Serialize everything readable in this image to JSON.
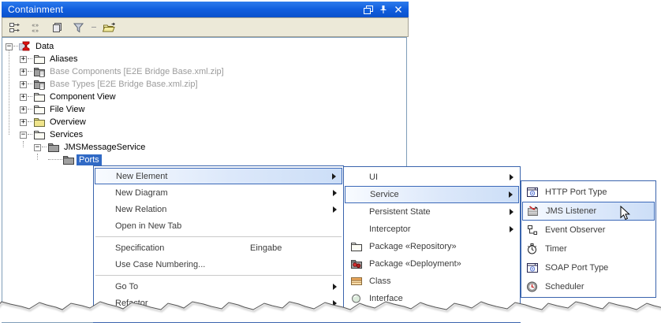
{
  "panel": {
    "title": "Containment",
    "window_buttons": [
      {
        "name": "float",
        "icon": "float"
      },
      {
        "name": "pin",
        "icon": "pin"
      },
      {
        "name": "close",
        "icon": "close"
      }
    ],
    "toolbar": [
      {
        "icon": "tree-links"
      },
      {
        "icon": "stereotypes"
      },
      {
        "icon": "copy"
      },
      {
        "icon": "filter"
      },
      {
        "separator": true
      },
      {
        "icon": "open-folder"
      }
    ]
  },
  "tree": {
    "items": [
      {
        "label": "Data",
        "level": 0,
        "expander": "minus",
        "icon": "model"
      },
      {
        "label": "Aliases",
        "level": 1,
        "expander": "plus",
        "icon": "package-light"
      },
      {
        "label": "Base Components [E2E Bridge Base.xml.zip]",
        "level": 1,
        "expander": "plus",
        "icon": "package-zip",
        "muted": true
      },
      {
        "label": "Base Types [E2E Bridge Base.xml.zip]",
        "level": 1,
        "expander": "plus",
        "icon": "package-zip",
        "muted": true
      },
      {
        "label": "Component View",
        "level": 1,
        "expander": "plus",
        "icon": "package-light"
      },
      {
        "label": "File View",
        "level": 1,
        "expander": "plus",
        "icon": "package-light"
      },
      {
        "label": "Overview",
        "level": 1,
        "expander": "plus",
        "icon": "package-yellow"
      },
      {
        "label": "Services",
        "level": 1,
        "expander": "minus",
        "icon": "package-light"
      },
      {
        "label": "JMSMessageService",
        "level": 2,
        "expander": "minus",
        "icon": "package-gray"
      },
      {
        "label": "Ports",
        "level": 3,
        "expander": "none",
        "icon": "package-gray",
        "selected": true
      }
    ]
  },
  "context_menu": {
    "items": [
      {
        "label": "New Element",
        "submenu": true,
        "highlighted": true
      },
      {
        "label": "New Diagram",
        "submenu": true
      },
      {
        "label": "New Relation",
        "submenu": true
      },
      {
        "label": "Open in New Tab"
      },
      {
        "separator": true
      },
      {
        "label": "Specification",
        "shortcut": "Eingabe"
      },
      {
        "label": "Use Case Numbering..."
      },
      {
        "separator": true
      },
      {
        "label": "Go To",
        "submenu": true
      },
      {
        "label": "Refactor",
        "submenu": true
      }
    ]
  },
  "element_submenu": {
    "items": [
      {
        "label": "UI",
        "submenu": true
      },
      {
        "label": "Service",
        "submenu": true,
        "highlighted": true
      },
      {
        "label": "Persistent State",
        "submenu": true
      },
      {
        "label": "Interceptor",
        "submenu": true
      },
      {
        "label": "Package «Repository»",
        "icon": "package-light"
      },
      {
        "label": "Package «Deployment»",
        "icon": "package-deployment"
      },
      {
        "label": "Class",
        "icon": "class"
      },
      {
        "label": "Interface",
        "icon": "interface"
      }
    ]
  },
  "service_submenu": {
    "items": [
      {
        "label": "HTTP Port Type",
        "icon": "port-type"
      },
      {
        "label": "JMS Listener",
        "icon": "jms-listener",
        "highlighted": true
      },
      {
        "label": "Event Observer",
        "icon": "event-observer"
      },
      {
        "label": "Timer",
        "icon": "timer"
      },
      {
        "label": "SOAP Port Type",
        "icon": "port-type"
      },
      {
        "label": "Scheduler",
        "icon": "scheduler"
      }
    ]
  },
  "colors": {
    "titlebar_blue": "#1565E5",
    "selection_blue": "#316AC5",
    "menu_highlight": "#D6E4F8",
    "menu_border": "#3A64AD",
    "toolbar_bg": "#ECE9D8",
    "muted_text": "#9B9B9B",
    "model_icon_red": "#E01010"
  }
}
